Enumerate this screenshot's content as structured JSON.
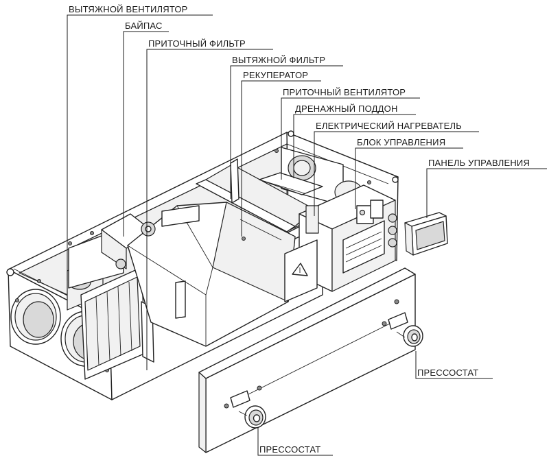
{
  "labels": {
    "exhaust_fan": "ВЫТЯЖНОЙ ВЕНТИЛЯТОР",
    "bypass": "БАЙПАС",
    "supply_filter": "ПРИТОЧНЫЙ ФИЛЬТР",
    "exhaust_filter": "ВЫТЯЖНОЙ ФИЛЬТР",
    "recuperator": "РЕКУПЕРАТОР",
    "supply_fan": "ПРИТОЧНЫЙ ВЕНТИЛЯТОР",
    "drain_pan": "ДРЕНАЖНЫЙ ПОДДОН",
    "electric_heater": "ЕЛЕКТРИЧЕСКИЙ НАГРЕВАТЕЛЬ",
    "control_unit": "БЛОК УПРАВЛЕНИЯ",
    "control_panel": "ПАНЕЛЬ УПРАВЛЕНИЯ",
    "pressostat_right": "ПРЕССОСТАТ",
    "pressostat_bottom": "ПРЕССОСТАТ"
  }
}
